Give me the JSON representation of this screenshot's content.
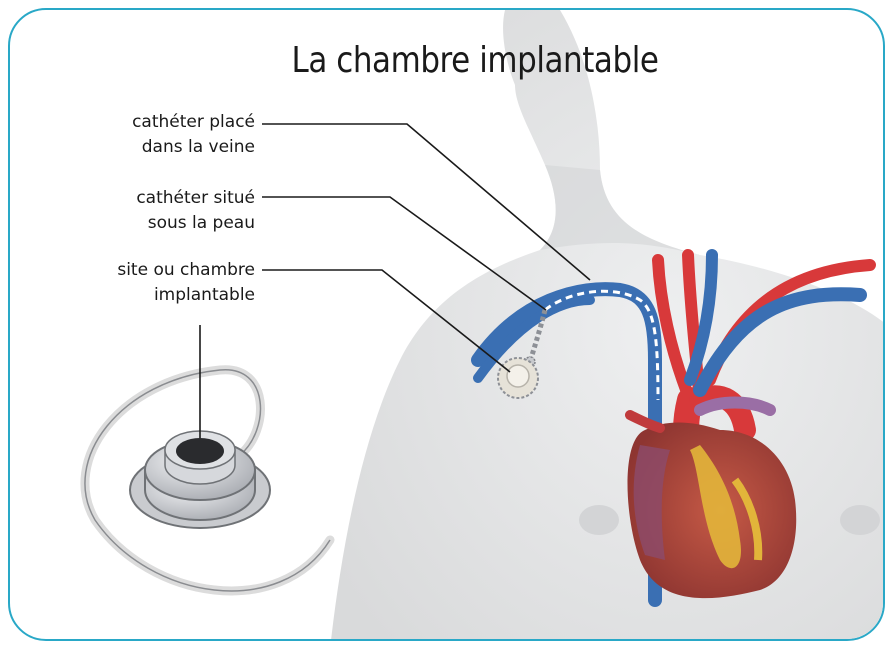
{
  "title": "La chambre implantable",
  "labels": [
    {
      "line1": "cathéter placé",
      "line2": "dans la veine"
    },
    {
      "line1": "cathéter situé",
      "line2": "sous la peau"
    },
    {
      "line1": "site ou chambre",
      "line2": "implantable"
    }
  ],
  "colors": {
    "frame": "#29a8c7",
    "vein": "#3a6fb3",
    "artery": "#d8393a",
    "skin": "#e4e5e6",
    "heart": "#b8463e",
    "fat": "#e2b53a"
  }
}
